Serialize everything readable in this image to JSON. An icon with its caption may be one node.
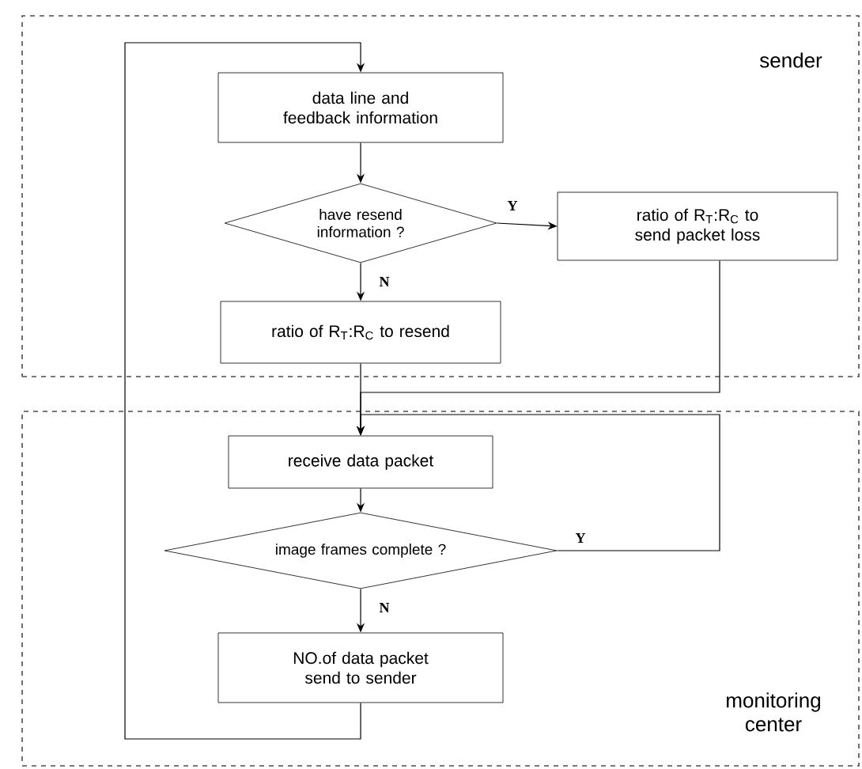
{
  "diagram": {
    "nodes": [
      {
        "text": [
          "sender"
        ]
      },
      {
        "text": [
          "monitoring center"
        ]
      },
      {
        "text": [
          "data line and feedback information"
        ],
        "in": 0
      },
      {
        "text": [
          "have resend information ?"
        ],
        "in": 0
      },
      {
        "text": [
          "ratio of R$_{T}$:R$_{C}$ to send packet loss"
        ],
        "in": 0
      },
      {
        "text": [
          "ratio of R$_{T}$:R$_{C}$ to resend"
        ],
        "in": 0
      },
      {
        "text": [
          "receive data packet"
        ],
        "in": 1
      },
      {
        "text": [
          "image frames complete ?"
        ],
        "in": 1
      },
      {
        "text": [
          "NO.of data packet send to sender"
        ],
        "in": 1
      }
    ],
    "edges": [
      {
        "from": 2,
        "to": 3,
        "arrow": "to"
      },
      {
        "from": 3,
        "to": 4,
        "arrow": "to",
        "label": "Y"
      },
      {
        "from": 3,
        "to": 5,
        "arrow": "to",
        "label": "N"
      },
      {
        "from": 5,
        "to": 6,
        "arrow": "to"
      },
      {
        "from": 4,
        "to": 6,
        "arrow": "to"
      },
      {
        "from": 7,
        "to": 6,
        "arrow": "to",
        "label": "Y"
      },
      {
        "from": 6,
        "to": 7,
        "arrow": "to"
      },
      {
        "from": 7,
        "to": 8,
        "arrow": "to",
        "label": "N"
      },
      {
        "from": 8,
        "to": 2,
        "arrow": "to"
      }
    ]
  }
}
